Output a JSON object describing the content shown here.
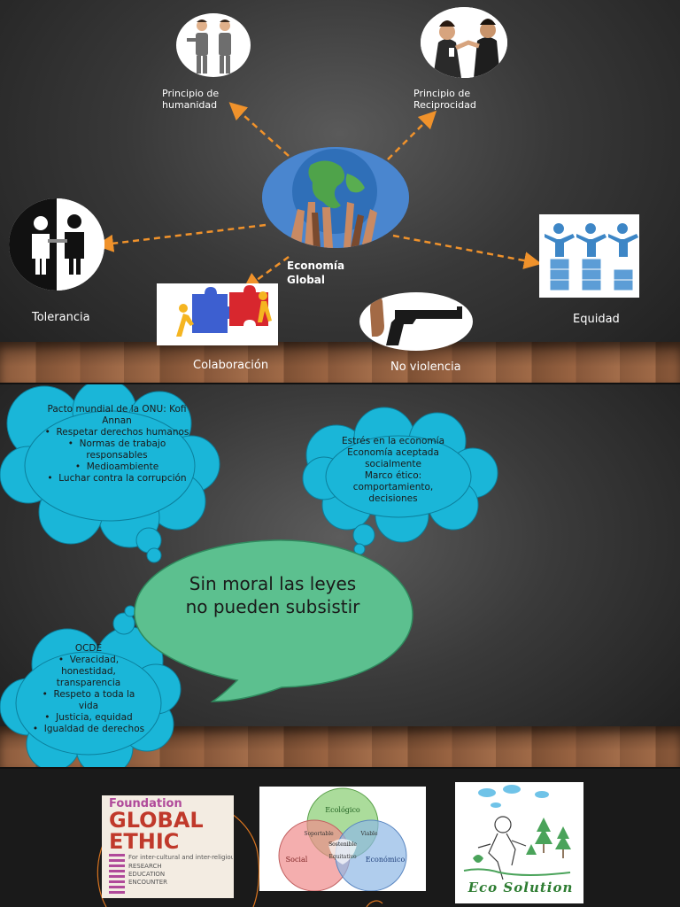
{
  "slide1": {
    "labels": {
      "humanidad": "Principio de humanidad",
      "reciprocidad": "Principio de Reciprocidad",
      "economia": "Economía Global",
      "tolerancia": "Tolerancia",
      "colaboracion": "Colaboración",
      "no_violencia": "No violencia",
      "equidad": "Equidad"
    }
  },
  "slide2": {
    "onu_cloud": {
      "title": "Pacto mundial de la ONU: Kofi Annan",
      "items": [
        "Respetar derechos humanos",
        "Normas de trabajo responsables",
        "Medioambiente",
        "Luchar contra la corrupción"
      ]
    },
    "stress_cloud": {
      "lines": [
        "Estrés en la economía",
        "Economía aceptada socialmente",
        "Marco ético: comportamiento, decisiones"
      ]
    },
    "main_bubble": "Sin moral las leyes no pueden subsistir",
    "ocde_cloud": {
      "title": "OCDE",
      "items": [
        "Veracidad, honestidad, transparencia",
        "Respeto a toda la vida",
        "Justicia, equidad",
        "Igualdad de derechos"
      ]
    }
  },
  "slide3": {
    "global_ethic": {
      "foundation": "Foundation",
      "global": "GLOBAL",
      "ethic": "ETHIC",
      "tagline": "For inter-cultural and inter-religious",
      "research": "Research",
      "education": "Education",
      "encounter": "Encounter"
    },
    "venn": {
      "ecologico": "Ecológico",
      "social": "Social",
      "economico": "Económico",
      "soportable": "Soportable",
      "viable": "Viable",
      "equitativo": "Equitativo",
      "sostenible": "Sostenible"
    },
    "eco": {
      "logo": "Eco Solution"
    }
  },
  "colors": {
    "cloud": "#1ab6d8",
    "bubble": "#5cc08f",
    "arrow": "#f0922b"
  }
}
